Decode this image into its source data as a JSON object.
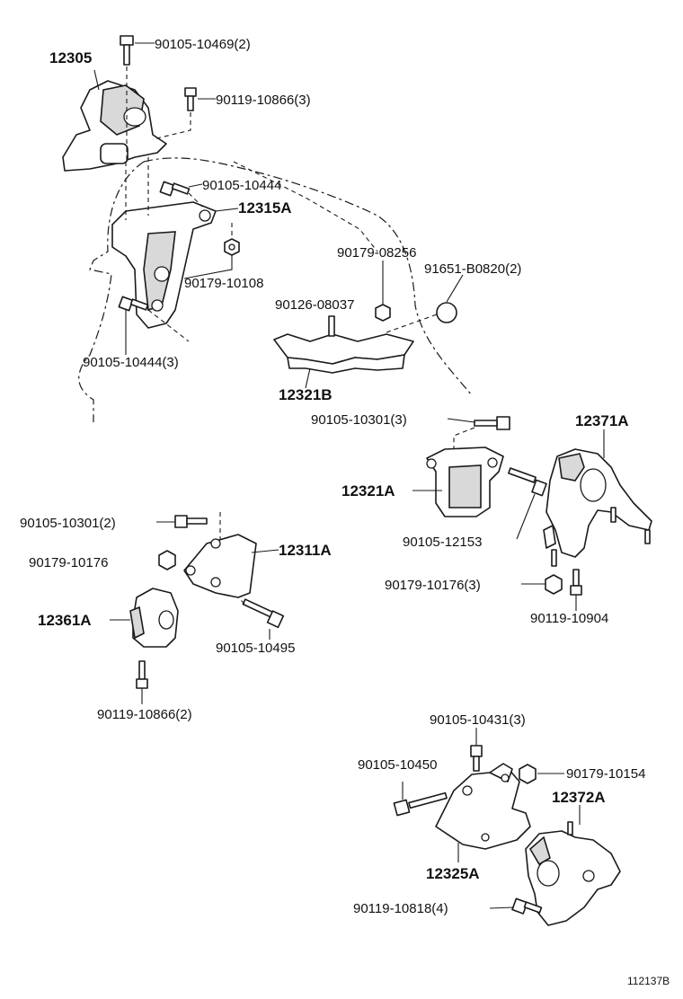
{
  "labels": {
    "p12305": "12305",
    "b90105_10469": "90105-10469(2)",
    "b90119_10866_3": "90119-10866(3)",
    "b90105_10444": "90105-10444",
    "p12315A": "12315A",
    "n90179_10108": "90179-10108",
    "b90105_10444_3": "90105-10444(3)",
    "n90179_08256": "90179-08256",
    "c91651_B0820": "91651-B0820(2)",
    "s90126_08037": "90126-08037",
    "p12321B": "12321B",
    "b90105_10301_3": "90105-10301(3)",
    "p12371A": "12371A",
    "p12321A": "12321A",
    "b90105_12153": "90105-12153",
    "b90105_10301_2": "90105-10301(2)",
    "p12311A": "12311A",
    "n90179_10176": "90179-10176",
    "n90179_10176_3": "90179-10176(3)",
    "b90119_10904": "90119-10904",
    "p12361A": "12361A",
    "b90105_10495": "90105-10495",
    "b90119_10866_2": "90119-10866(2)",
    "b90105_10431": "90105-10431(3)",
    "b90105_10450": "90105-10450",
    "n90179_10154": "90179-10154",
    "p12372A": "12372A",
    "p12325A": "12325A",
    "b90119_10818": "90119-10818(4)",
    "ref": "112137B"
  }
}
